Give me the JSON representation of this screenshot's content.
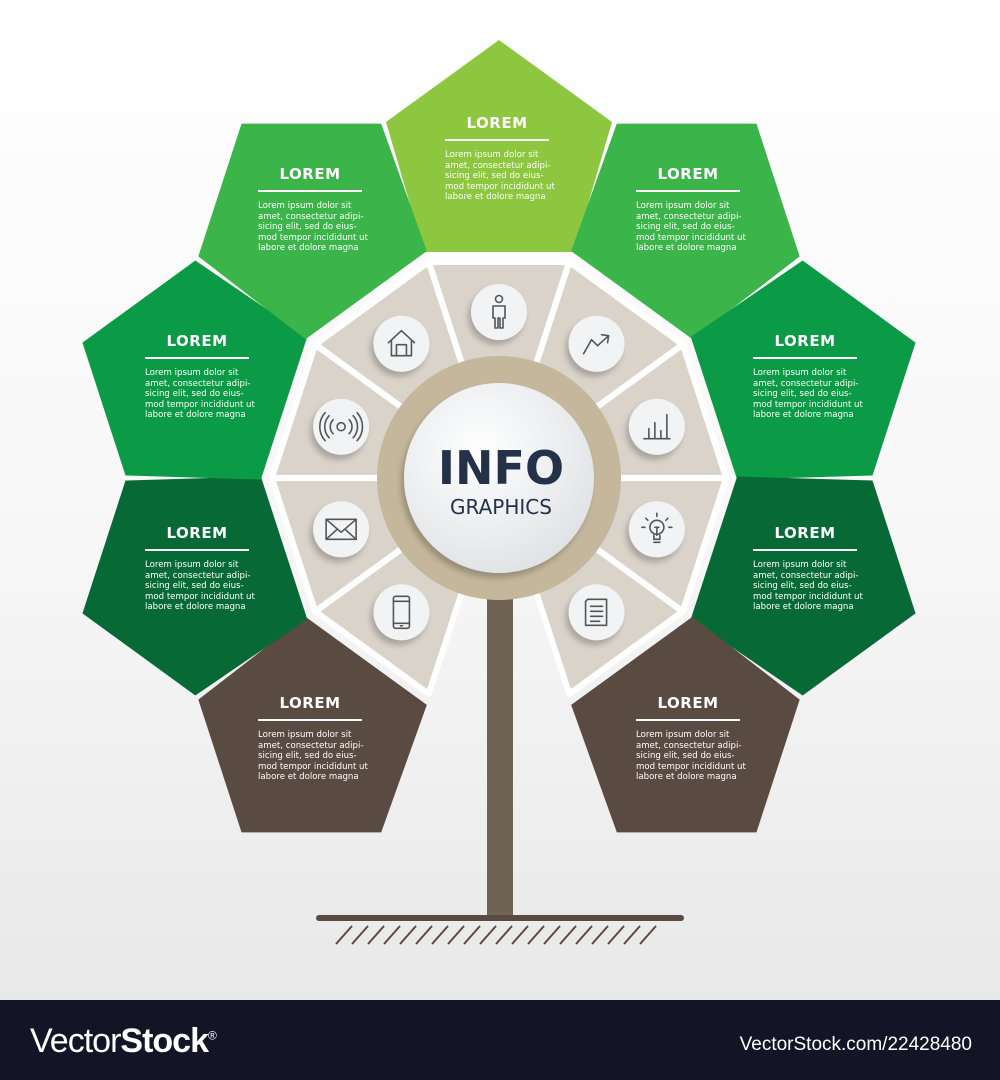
{
  "center": {
    "title": "INFO",
    "subtitle": "GRAPHICS"
  },
  "items": [
    {
      "title": "LOREM",
      "body": [
        "Lorem ipsum dolor sit",
        "amet, consectetur adipi-",
        "sicing elit, sed do eius-",
        "mod tempor incididunt ut",
        "labore et dolore magna"
      ],
      "color": "#8dc63f",
      "icon": "person-icon"
    },
    {
      "title": "LOREM",
      "body": [
        "Lorem ipsum dolor sit",
        "amet, consectetur adipi-",
        "sicing elit, sed do eius-",
        "mod tempor incididunt ut",
        "labore et dolore magna"
      ],
      "color": "#3bb44a",
      "icon": "trend-arrow-icon"
    },
    {
      "title": "LOREM",
      "body": [
        "Lorem ipsum dolor sit",
        "amet, consectetur adipi-",
        "sicing elit, sed do eius-",
        "mod tempor incididunt ut",
        "labore et dolore magna"
      ],
      "color": "#0b9a46",
      "icon": "bar-chart-icon"
    },
    {
      "title": "LOREM",
      "body": [
        "Lorem ipsum dolor sit",
        "amet, consectetur adipi-",
        "sicing elit, sed do eius-",
        "mod tempor incididunt ut",
        "labore et dolore magna"
      ],
      "color": "#076a36",
      "icon": "lightbulb-icon"
    },
    {
      "title": "LOREM",
      "body": [
        "Lorem ipsum dolor sit",
        "amet, consectetur adipi-",
        "sicing elit, sed do eius-",
        "mod tempor incididunt ut",
        "labore et dolore magna"
      ],
      "color": "#594a42",
      "icon": "document-icon"
    },
    {
      "title": "LOREM",
      "body": [
        "Lorem ipsum dolor sit",
        "amet, consectetur adipi-",
        "sicing elit, sed do eius-",
        "mod tempor incididunt ut",
        "labore et dolore magna"
      ],
      "color": "#594a42",
      "icon": "mobile-phone-icon"
    },
    {
      "title": "LOREM",
      "body": [
        "Lorem ipsum dolor sit",
        "amet, consectetur adipi-",
        "sicing elit, sed do eius-",
        "mod tempor incididunt ut",
        "labore et dolore magna"
      ],
      "color": "#076a36",
      "icon": "mail-icon"
    },
    {
      "title": "LOREM",
      "body": [
        "Lorem ipsum dolor sit",
        "amet, consectetur adipi-",
        "sicing elit, sed do eius-",
        "mod tempor incididunt ut",
        "labore et dolore magna"
      ],
      "color": "#0b9a46",
      "icon": "signal-icon"
    },
    {
      "title": "LOREM",
      "body": [
        "Lorem ipsum dolor sit",
        "amet, consectetur adipi-",
        "sicing elit, sed do eius-",
        "mod tempor incididunt ut",
        "labore et dolore magna"
      ],
      "color": "#3bb44a",
      "icon": "home-icon"
    }
  ],
  "colors": {
    "segment": "#d9d3ca",
    "ring": "#c4b79c",
    "trunk": "#6f6353",
    "ground": "#594a42",
    "center_text": "#233249"
  },
  "footer": {
    "brand_light": "Vector",
    "brand_bold": "Stock",
    "brand_mark": "®",
    "url": "VectorStock.com/22428480"
  }
}
